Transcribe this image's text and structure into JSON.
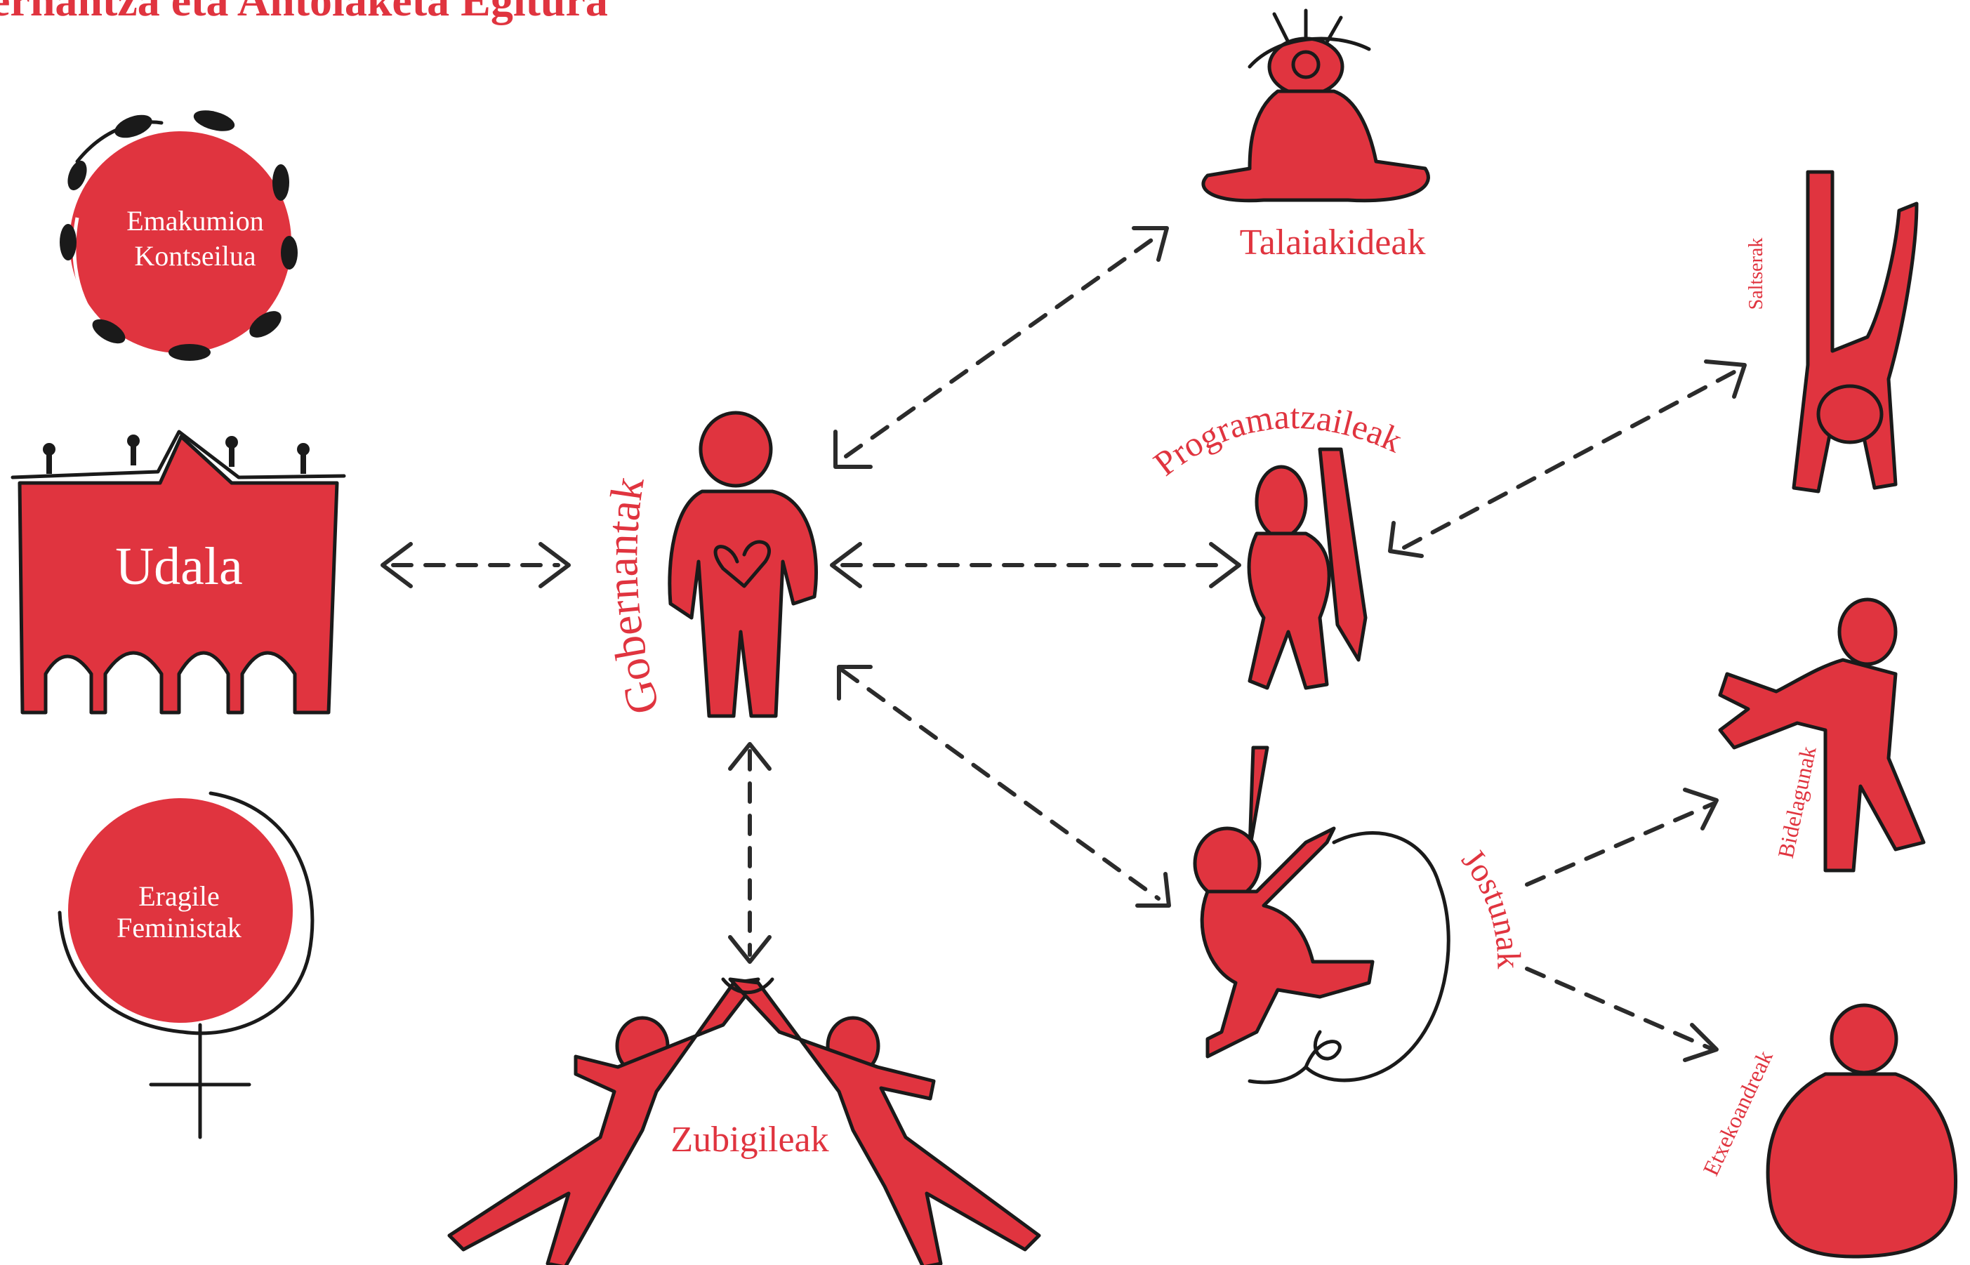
{
  "title": "ernantza eta Antolaketa Egitura",
  "colors": {
    "accent": "#e0343f",
    "ink": "#1a1a1a",
    "arrow": "#2b2b2b",
    "background": "#ffffff"
  },
  "left_entities": {
    "council": {
      "line1": "Emakumion",
      "line2": "Kontseilua",
      "icon": "circle-seal-icon"
    },
    "townhall": {
      "label": "Udala",
      "icon": "building-icon"
    },
    "agents": {
      "line1": "Eragile",
      "line2": "Feministak",
      "icon": "female-symbol-icon"
    }
  },
  "roles": {
    "governors": "Gobernantak",
    "watchers": "Talaiakideak",
    "programmers": "Programatzaileak",
    "jumpers": "Saltserak",
    "companions": "Bidelagunak",
    "hostesses": "Etxekoandreak",
    "stitchers": "Jostunak",
    "bridge_builders": "Zubigileak"
  },
  "connections": [
    {
      "from": "Udala",
      "to": "Gobernantak",
      "type": "bidirectional"
    },
    {
      "from": "Gobernantak",
      "to": "Talaiakideak",
      "type": "bidirectional"
    },
    {
      "from": "Gobernantak",
      "to": "Programatzaileak",
      "type": "bidirectional"
    },
    {
      "from": "Gobernantak",
      "to": "Jostunak",
      "type": "bidirectional"
    },
    {
      "from": "Gobernantak",
      "to": "Zubigileak",
      "type": "bidirectional"
    },
    {
      "from": "Programatzaileak",
      "to": "Saltserak",
      "type": "bidirectional"
    },
    {
      "from": "Jostunak",
      "to": "Bidelagunak",
      "type": "directed"
    },
    {
      "from": "Jostunak",
      "to": "Etxekoandreak",
      "type": "directed"
    }
  ]
}
